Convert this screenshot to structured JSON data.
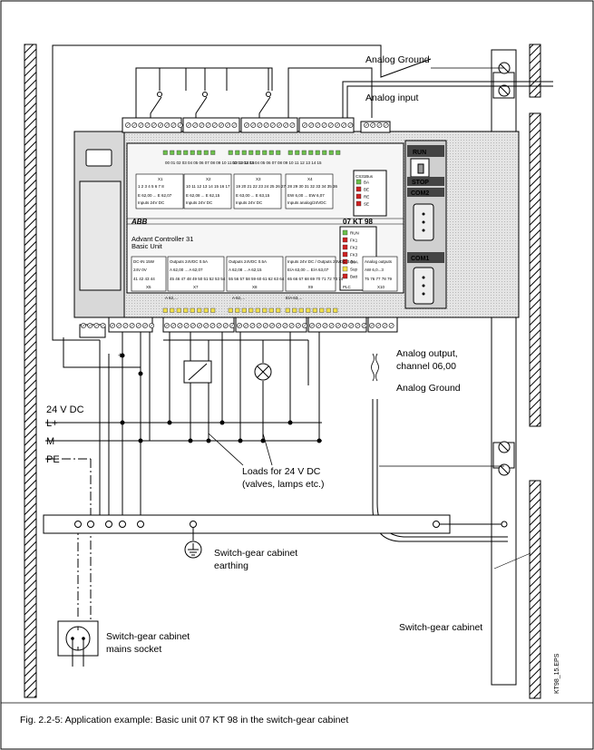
{
  "labels": {
    "analog_ground_top": "Analog Ground",
    "analog_input": "Analog input",
    "analog_output_1": "Analog output,",
    "analog_output_2": "channel 06,00",
    "analog_ground_bottom": "Analog Ground",
    "supply": "24 V DC",
    "lplus": "L+",
    "m": "M",
    "pe": "PE",
    "loads_1": "Loads for 24 V DC",
    "loads_2": "(valves, lamps etc.)",
    "earthing_1": "Switch-gear cabinet",
    "earthing_2": "earthing",
    "socket_1": "Switch-gear cabinet",
    "socket_2": "mains socket",
    "cabinet": "Switch-gear cabinet",
    "file_id": "KT98_15.EPS",
    "caption": "Fig. 2.2-5: Application example: Basic unit 07 KT 98 in the switch-gear cabinet"
  },
  "device": {
    "brand": "ABB",
    "model": "07 KT 98",
    "name_1": "Advant Controller 31",
    "name_2": "Basic Unit",
    "run": "RUN",
    "stop": "STOP",
    "com2": "COM2",
    "com1": "COM1",
    "input_blocks": [
      {
        "title": "X1",
        "nums": "1 2 3 4 5 6 7 8",
        "range": "E 62,00 ... E 62,07",
        "sub": "Inputs 24V DC"
      },
      {
        "title": "X2",
        "nums": "10 11 12 13 14 15 16 17",
        "range": "E 62,08 ... E 62,15",
        "sub": "Inputs 24V DC"
      },
      {
        "title": "X3",
        "nums": "19 20 21 22 23 24 25 26 27",
        "range": "E 63,00 ... E 63,15",
        "sub": "Inputs 24V DC"
      },
      {
        "title": "X4",
        "nums": "28 29 30 31 32 33 34 35 36",
        "range": "EW 6,00 ... EW 6,07",
        "sub": "Inputs analog/24VDC"
      }
    ],
    "leds": [
      "RUN",
      "FK1",
      "FK2",
      "FK3",
      "OvA",
      "Sup",
      "Batt"
    ],
    "plc": "PLC",
    "cs31_leds": [
      "BA",
      "BE",
      "RE",
      "SE"
    ],
    "cs31": "CS31Bus",
    "output_blocks": [
      {
        "title": "DC-IN 15W",
        "l1": "24V  0V",
        "l2": "41 42 43 44",
        "x": "X5"
      },
      {
        "title": "Outputs 24VDC 0.5A",
        "l1": "A 62,00 ... A 62,07",
        "l2": "45 46 47 48 49 50 51 52 53 54",
        "x": "X7"
      },
      {
        "title": "Outputs 24VDC 0.5A",
        "l1": "A 62,08 ... A 62,15",
        "l2": "55 56 57 58 59 60 61 62 63 64",
        "x": "X8"
      },
      {
        "title": "Inputs 24V DC / Outputs 24VDC 0.5A",
        "l1": "E/A 63,00 ... E/A 63,07",
        "l2": "65 66 67 68 69 70 71 72 73 74",
        "x": "X9"
      },
      {
        "title": "Analog outputs",
        "l1": "AW 6,0...3",
        "l2": "75 76 77 78 79",
        "x": "X10"
      }
    ],
    "top_led_nums": "00 01 02 03 04 05 06 07  08 09 10 11 12 13 14 15",
    "bottom_led_label_1": "A 62,...",
    "bottom_led_label_2": "A 62,...",
    "bottom_led_label_3": "E/A 63,..."
  }
}
